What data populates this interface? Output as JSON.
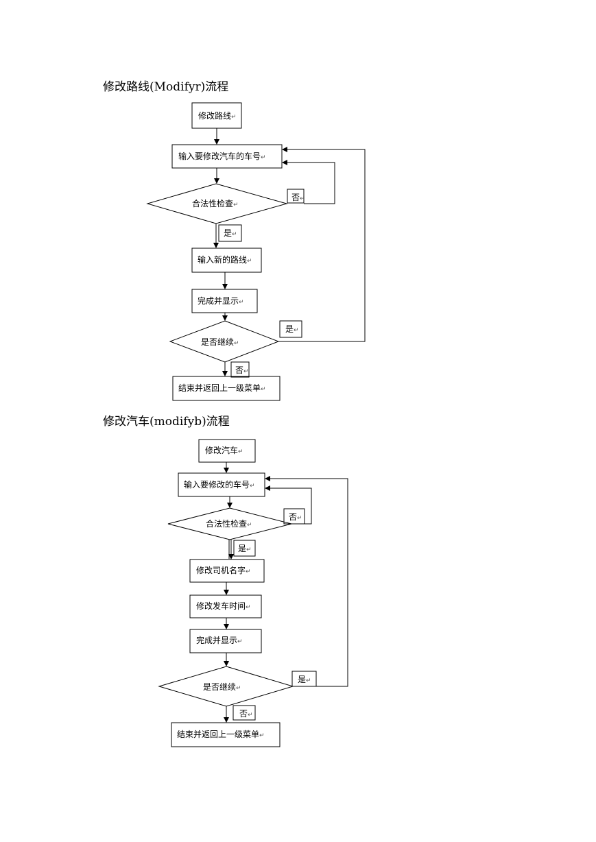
{
  "route_flow": {
    "title": "修改路线(Modifyr)流程",
    "start": "修改路线",
    "input_plate": "输入要修改汽车的车号",
    "validity_check": "合法性检查",
    "branch_no": "否",
    "branch_yes": "是",
    "input_route": "输入新的路线",
    "done_display": "完成并显示",
    "continue_q": "是否继续",
    "continue_yes": "是",
    "continue_no": "否",
    "end": "结束并返回上一级菜单"
  },
  "bus_flow": {
    "title": "修改汽车(modifyb)流程",
    "start": "修改汽车",
    "input_plate": "输入要修改的车号",
    "validity_check": "合法性检查",
    "branch_no": "否",
    "branch_yes": "是",
    "edit_driver": "修改司机名字",
    "edit_time": "修改发车时间",
    "done_display": "完成并显示",
    "continue_q": "是否继续",
    "continue_yes": "是",
    "continue_no": "否",
    "end": "结束并返回上一级菜单"
  },
  "paragraph_mark": "↵"
}
